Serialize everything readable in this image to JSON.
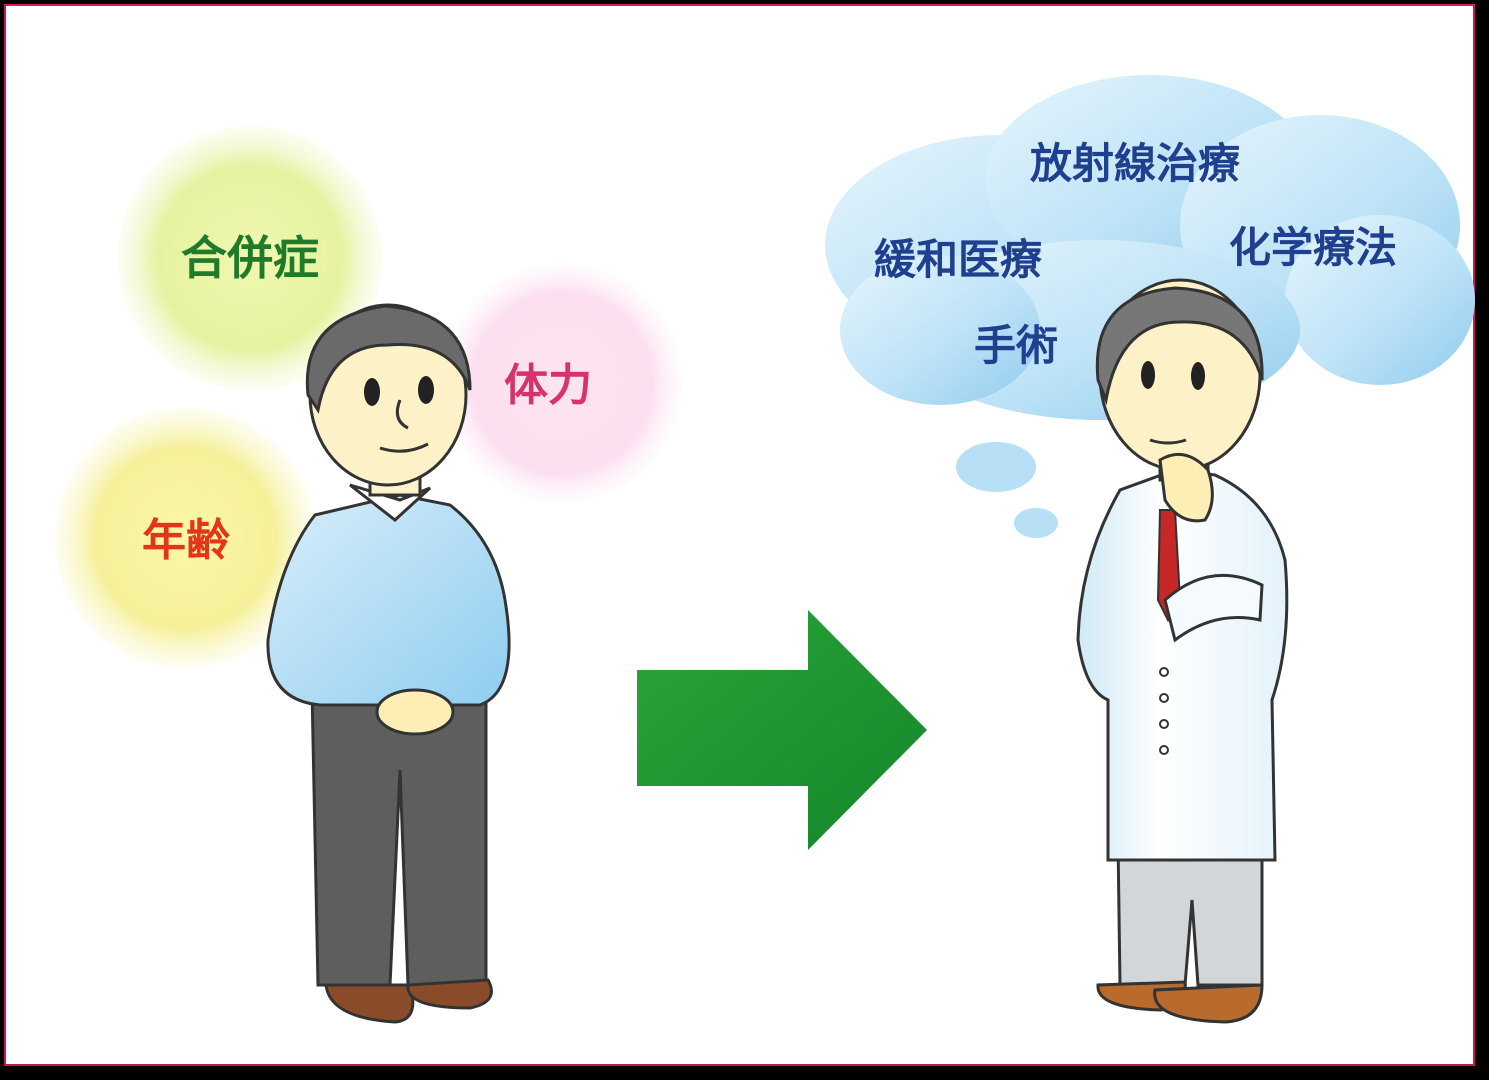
{
  "factors": {
    "comorbidity": {
      "label": "合併症",
      "color": "#1f7a2a"
    },
    "strength": {
      "label": "体力",
      "color": "#d6336c"
    },
    "age": {
      "label": "年齢",
      "color": "#e53519"
    }
  },
  "treatments": {
    "radiation": "放射線治療",
    "palliative": "緩和医療",
    "chemotherapy": "化学療法",
    "surgery": "手術",
    "color": "#1f3f8f"
  },
  "colors": {
    "arrow": "#1e9a2e",
    "frame": "#c2185b",
    "cloud": "#9fd3f0"
  }
}
